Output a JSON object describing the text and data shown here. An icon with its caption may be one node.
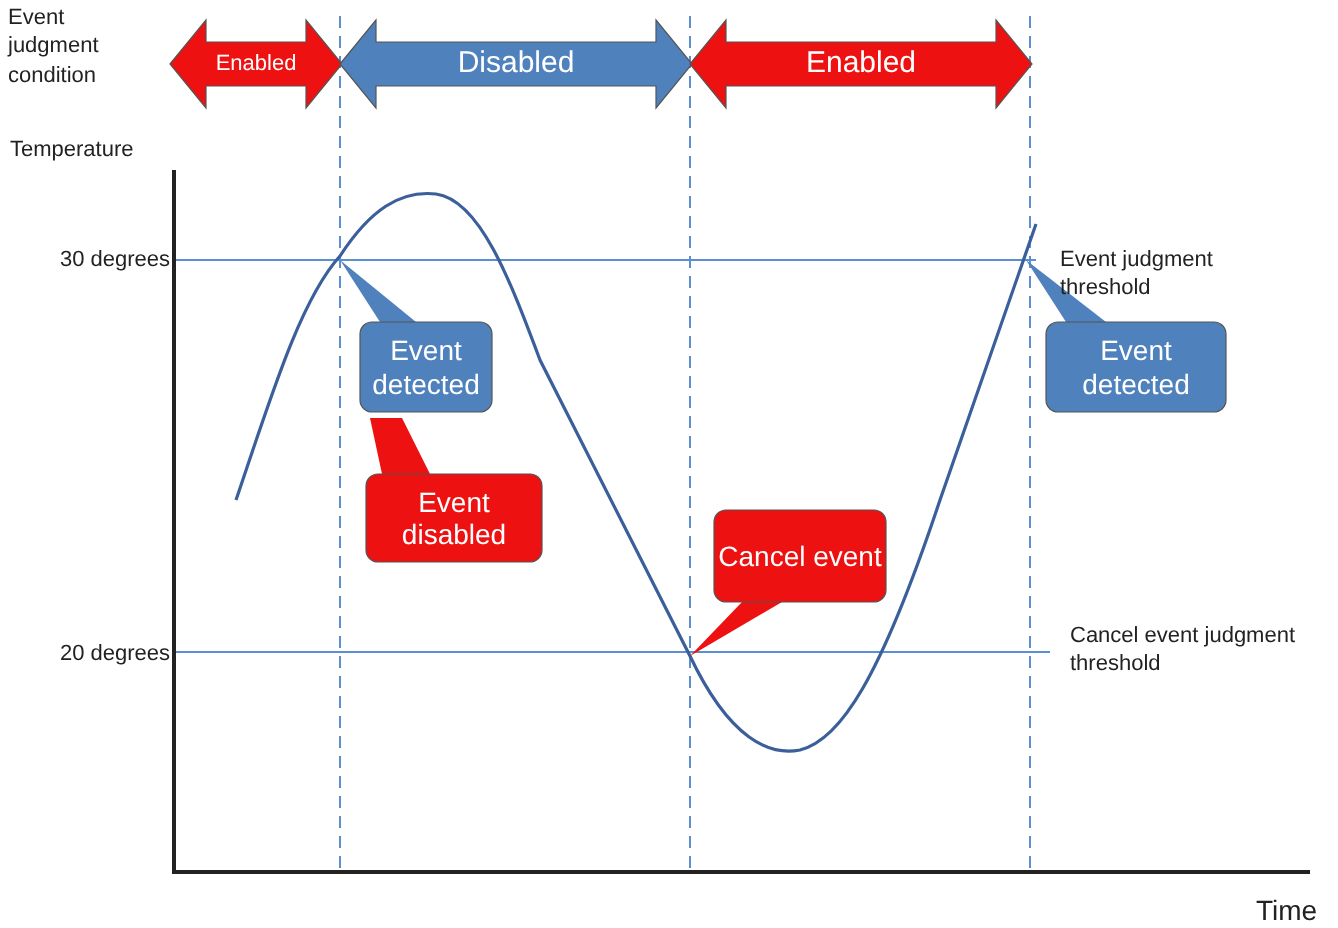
{
  "diagram": {
    "nodes": [
      {
        "text": [
          "Enabled"
        ]
      },
      {
        "text": [
          "Disabled"
        ]
      },
      {
        "text": [
          "Enabled"
        ]
      },
      {
        "text": [
          "Event detected"
        ]
      },
      {
        "text": [
          "Event disabled"
        ]
      },
      {
        "text": [
          "Cancel event"
        ]
      },
      {
        "text": [
          "Event detected"
        ]
      }
    ],
    "edges": [],
    "labels": [
      "Event judgment condition",
      "Temperature",
      "30 degrees",
      "Event judgment threshold",
      "20 degrees",
      "Cancel event judgment threshold",
      "Time"
    ]
  }
}
